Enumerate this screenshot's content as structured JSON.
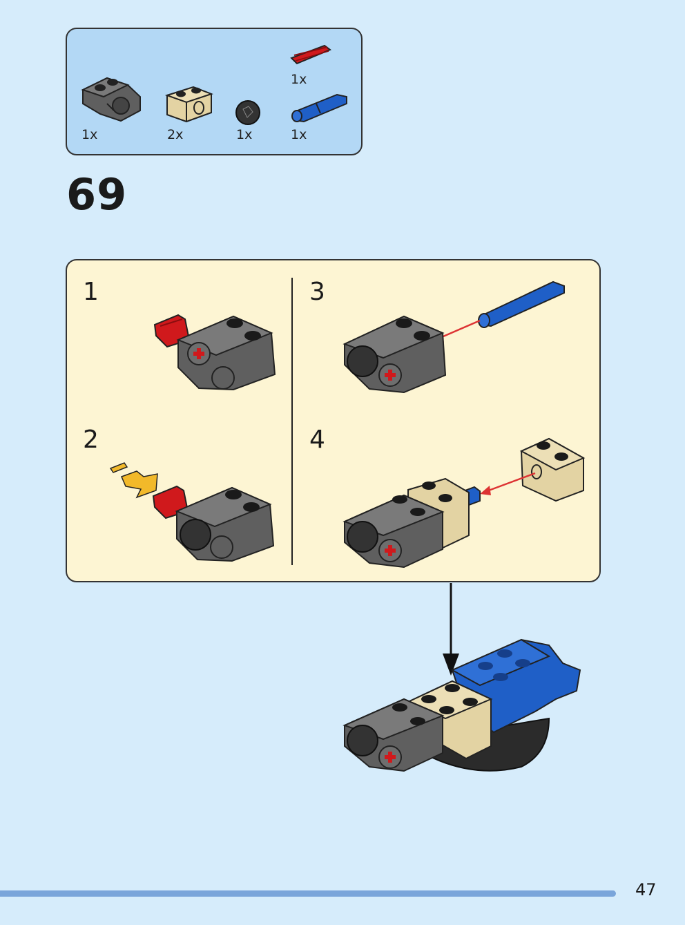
{
  "parts_list": {
    "items": [
      {
        "name": "gray-beam-connector",
        "qty": "1x"
      },
      {
        "name": "tan-brick-with-hole",
        "qty": "2x"
      },
      {
        "name": "black-ball",
        "qty": "1x"
      },
      {
        "name": "red-axle",
        "qty": "1x"
      },
      {
        "name": "blue-pin",
        "qty": "1x"
      }
    ]
  },
  "step": {
    "number": "69"
  },
  "substeps": [
    {
      "number": "1"
    },
    {
      "number": "2"
    },
    {
      "number": "3"
    },
    {
      "number": "4"
    }
  ],
  "colors": {
    "background": "#d6ecfb",
    "parts_box": "#b3d8f5",
    "substep_panel": "#fdf5d3",
    "gray": "#6b6b6b",
    "tan": "#e3d3a3",
    "red": "#d0191c",
    "blue": "#1f5fc7",
    "arrow_red": "#d33",
    "arrow_yellow": "#f2b92a"
  },
  "footer": {
    "page_number": "47"
  }
}
